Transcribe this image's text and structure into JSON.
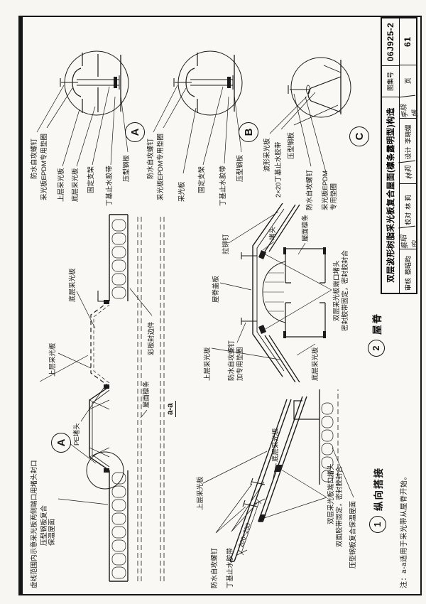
{
  "titleblock": {
    "title": "双层波形树脂采光板复合屋面(檩条露明型)构造",
    "atlas_label": "图集号",
    "atlas_no": "06J925-2",
    "page_label": "页",
    "page_no": "61",
    "staff": [
      {
        "role": "审核",
        "name": "蔡昭昀",
        "sig": "蔡昭昀"
      },
      {
        "role": "校对",
        "name": "林 莉",
        "sig": "林莉"
      },
      {
        "role": "设计",
        "name": "李晓嫚",
        "sig": "李晓嫚"
      }
    ]
  },
  "section_aa": {
    "label": "a-a",
    "dashed_note": "虚线范围内示意采光板两侧端口用堵头封口",
    "upper_panel": "上层采光板",
    "lower_panel": "底层采光板",
    "roof_purlin": "屋面檩条",
    "pe_plug": "PE堵头",
    "edge_trim": "彩板封边件",
    "roof_line1": "压型钢板复合",
    "roof_line2": "保温屋面",
    "callout_flag": "A"
  },
  "detail_a": {
    "flag": "A",
    "screw": "防水自攻螺钉",
    "washer": "采光板EPDM专用垫圈",
    "upper_panel": "上层采光板",
    "lower_panel": "底层采光板",
    "bracket": "固定支架",
    "butyl_tape": "丁基止水胶带",
    "steel_sheet": "压型钢板"
  },
  "detail_b": {
    "flag": "B",
    "screw": "防水自攻螺钉",
    "washer": "采光板EPDM专用垫圈",
    "panel": "采光板",
    "bracket": "固定支架",
    "butyl_tape": "丁基止水胶带",
    "steel_sheet": "压型钢板"
  },
  "detail_c": {
    "flag": "C",
    "wave_panel": "波形采光板",
    "butyl_tape": "2×20丁基止水胶带",
    "steel_sheet": "压型钢板",
    "screw": "防水自攻螺钉",
    "washer_line1": "采光板EPDM",
    "washer_line2": "专用垫圈"
  },
  "detail_1": {
    "num": "1",
    "caption": "纵向搭接",
    "upper_panel": "上层采光板",
    "screw": "防水自攻螺钉",
    "butyl_tape": "丁基止水胶带",
    "dim": "200~250",
    "lower_panel": "底层采光板",
    "plug_line1": "双层采光板端口堵头",
    "plug_line2": "双面胶带固定，密封胶封合",
    "roof": "压型钢板复合保温屋面",
    "note": "注：a-a适用于采光带从屋脊开始。"
  },
  "detail_2": {
    "num": "2",
    "caption": "屋脊",
    "cap_plate": "屋脊盖板",
    "rivet": "拉铆钉",
    "plug": "堵头",
    "roof_purlin": "屋面檩条",
    "screw_line1": "防水自攻螺钉",
    "screw_line2": "加专用垫圈",
    "upper_panel": "上层采光板",
    "end_line1": "双层采光板端口堵头",
    "end_line2": "密封胶带固定，密封胶封合",
    "lower_panel": "底层采光板"
  }
}
